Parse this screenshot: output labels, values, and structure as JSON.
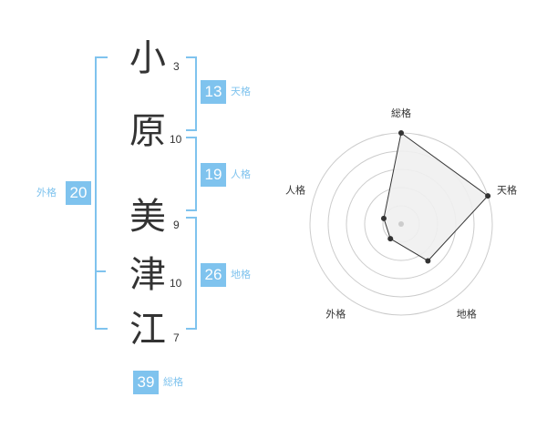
{
  "name_chars": [
    {
      "char": "小",
      "strokes": "3"
    },
    {
      "char": "原",
      "strokes": "10"
    },
    {
      "char": "美",
      "strokes": "9"
    },
    {
      "char": "津",
      "strokes": "10"
    },
    {
      "char": "江",
      "strokes": "7"
    }
  ],
  "fortunes": {
    "tenkaku": {
      "value": "13",
      "label": "天格"
    },
    "jinkaku": {
      "value": "19",
      "label": "人格"
    },
    "chikaku": {
      "value": "26",
      "label": "地格"
    },
    "gaikaku": {
      "value": "20",
      "label": "外格"
    },
    "soukaku": {
      "value": "39",
      "label": "総格"
    }
  },
  "chart_data": {
    "type": "radar",
    "axes": [
      "総格",
      "天格",
      "地格",
      "外格",
      "人格"
    ],
    "values": [
      5,
      5,
      2.5,
      1,
      1
    ],
    "rlim": [
      0,
      5
    ],
    "rings": 5,
    "colors": {
      "fill": "#f0f0f0",
      "stroke": "#333333",
      "ring": "#cccccc",
      "center": "#cccccc"
    }
  },
  "colors": {
    "accent": "#7fc3ee",
    "text": "#333333"
  }
}
